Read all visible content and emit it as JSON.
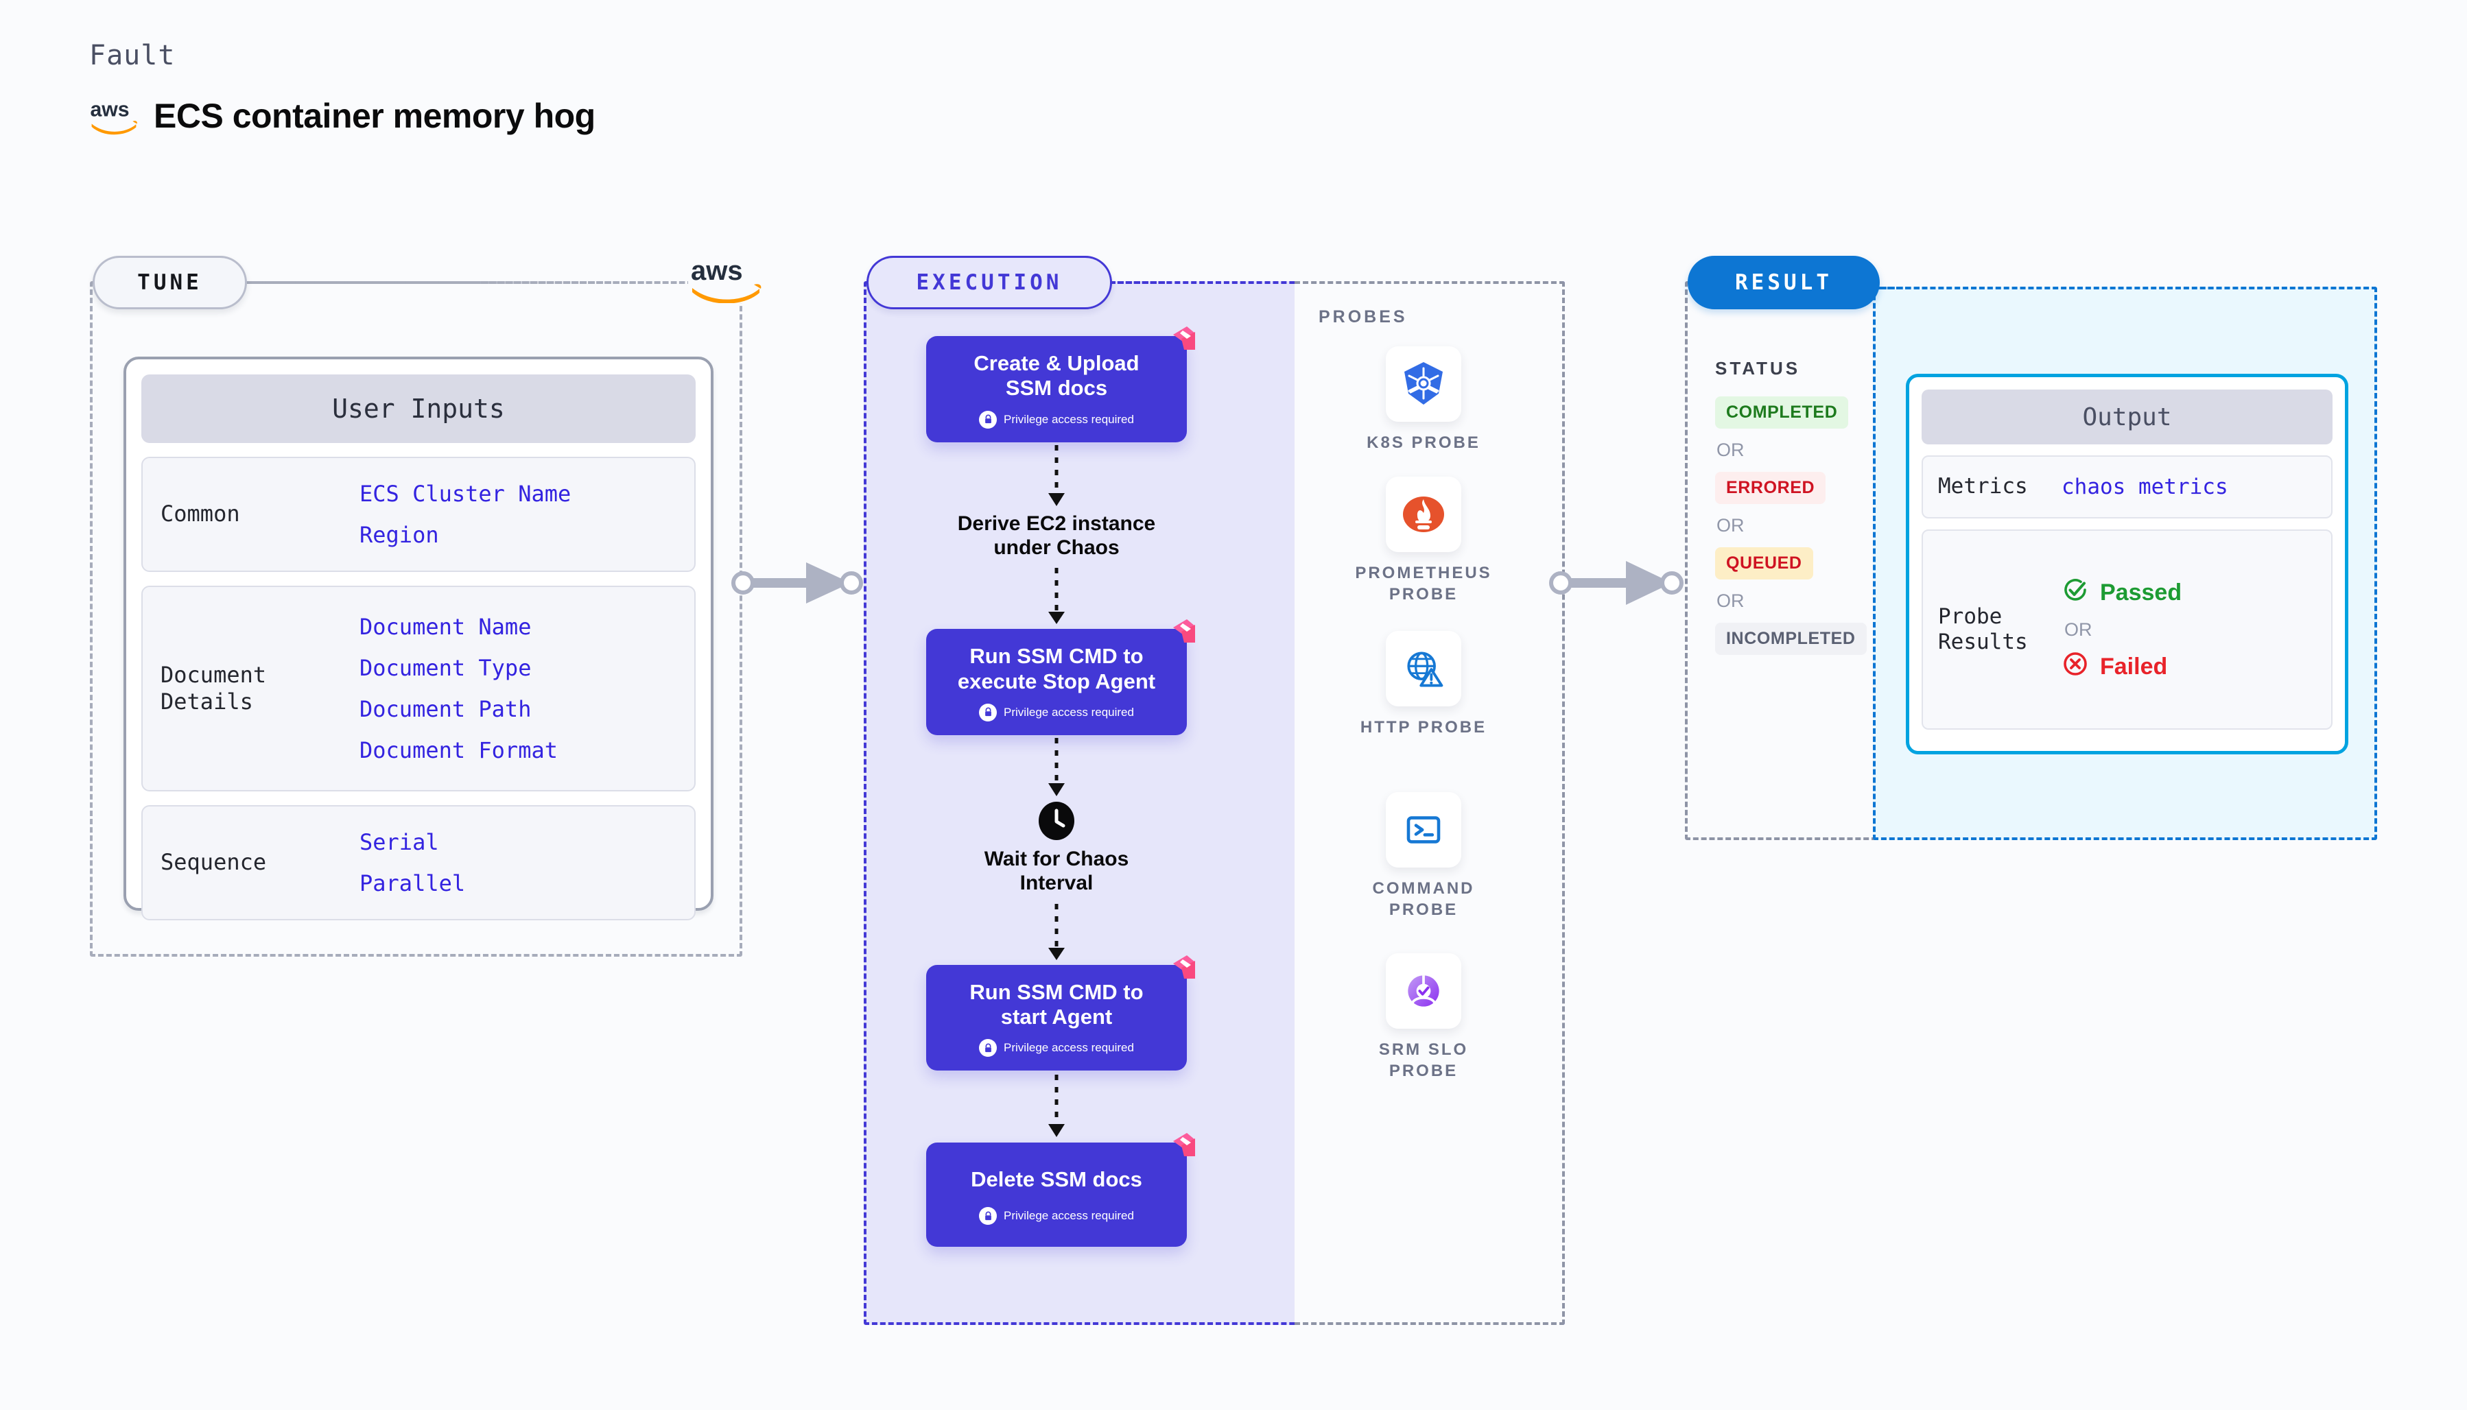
{
  "header": {
    "eyebrow": "Fault",
    "title": "ECS container memory hog",
    "logo_icon": "aws-logo"
  },
  "stages": {
    "tune": "TUNE",
    "execution": "EXECUTION",
    "result": "RESULT"
  },
  "tune": {
    "card_title": "User Inputs",
    "groups": [
      {
        "label": "Common",
        "values": [
          "ECS Cluster Name",
          "Region"
        ]
      },
      {
        "label": "Document\nDetails",
        "label_line1": "Document",
        "label_line2": "Details",
        "values": [
          "Document Name",
          "Document Type",
          "Document Path",
          "Document Format"
        ]
      },
      {
        "label": "Sequence",
        "values": [
          "Serial",
          "Parallel"
        ]
      }
    ]
  },
  "execution": {
    "privilege_note": "Privilege access required",
    "nodes": [
      {
        "type": "task",
        "title_line1": "Create & Upload",
        "title_line2": "SSM docs",
        "privileged": true,
        "litmus": true
      },
      {
        "type": "plain",
        "title_line1": "Derive EC2 instance",
        "title_line2": "under Chaos"
      },
      {
        "type": "task",
        "title_line1": "Run SSM CMD to",
        "title_line2": "execute Stop Agent",
        "privileged": true,
        "litmus": true
      },
      {
        "type": "wait",
        "icon": "clock-icon",
        "title_line1": "Wait for Chaos",
        "title_line2": "Interval"
      },
      {
        "type": "task",
        "title_line1": "Run SSM CMD to",
        "title_line2": "start Agent",
        "privileged": true,
        "litmus": true
      },
      {
        "type": "task",
        "title_line1": "Delete SSM docs",
        "title_line2": "",
        "privileged": true,
        "litmus": true
      }
    ]
  },
  "probes": {
    "label": "PROBES",
    "items": [
      {
        "name_line1": "K8S  PROBE",
        "name_line2": "",
        "icon": "kubernetes-icon"
      },
      {
        "name_line1": "PROMETHEUS",
        "name_line2": "PROBE",
        "icon": "prometheus-icon"
      },
      {
        "name_line1": "HTTP  PROBE",
        "name_line2": "",
        "icon": "http-globe-icon"
      },
      {
        "name_line1": "COMMAND",
        "name_line2": "PROBE",
        "icon": "terminal-icon"
      },
      {
        "name_line1": "SRM  SLO",
        "name_line2": "PROBE",
        "icon": "srm-slo-icon"
      }
    ]
  },
  "result": {
    "status_label": "STATUS",
    "or_label": "OR",
    "statuses": [
      {
        "text": "COMPLETED",
        "color": "#1d7a1d",
        "bg": "#e3f7e3"
      },
      {
        "text": "ERRORED",
        "color": "#cf1322",
        "bg": "#fdeeee"
      },
      {
        "text": "QUEUED",
        "color": "#cf1322",
        "bg": "#fdeec6"
      },
      {
        "text": "INCOMPLETED",
        "color": "#5a6072",
        "bg": "#f0f1f5"
      }
    ],
    "output": {
      "title": "Output",
      "metrics_label": "Metrics",
      "metrics_value": "chaos metrics",
      "probe_results_label_line1": "Probe",
      "probe_results_label_line2": "Results",
      "passed": "Passed",
      "failed": "Failed",
      "or_label": "OR",
      "passed_color": "#1d9b33",
      "failed_color": "#e8232a"
    }
  },
  "colors": {
    "exec_accent": "#4338d6",
    "result_accent": "#0d76d3",
    "tune_accent": "#a7acbb",
    "litmus_pink": "#fc5c9c",
    "aws_orange": "#ff9900"
  }
}
